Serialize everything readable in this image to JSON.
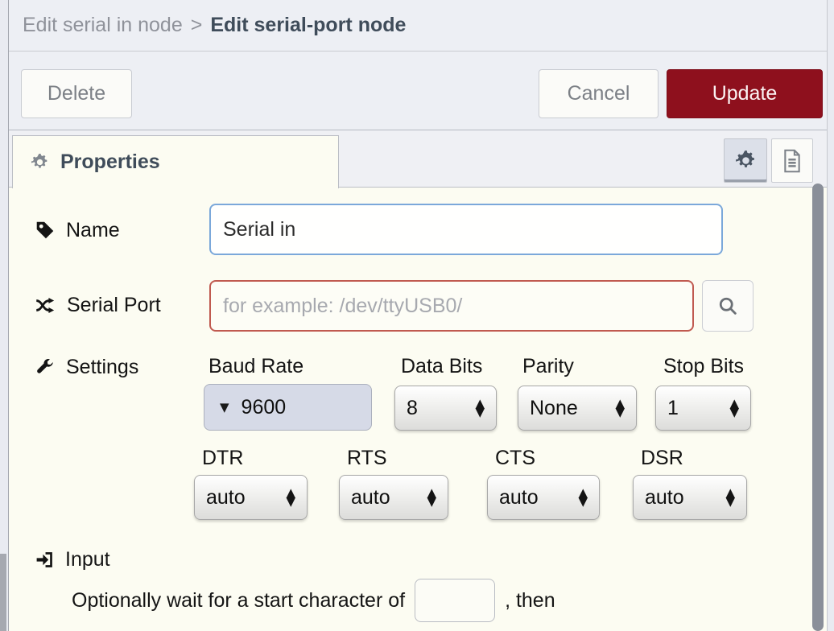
{
  "header": {
    "breadcrumb_secondary": "Edit serial in node",
    "breadcrumb_separator": ">",
    "breadcrumb_primary": "Edit serial-port node"
  },
  "toolbar": {
    "delete_label": "Delete",
    "cancel_label": "Cancel",
    "update_label": "Update"
  },
  "tabs": {
    "properties_label": "Properties"
  },
  "form": {
    "name": {
      "label": "Name",
      "value": "Serial in"
    },
    "serial_port": {
      "label": "Serial Port",
      "placeholder": "for example: /dev/ttyUSB0/"
    },
    "settings": {
      "label": "Settings",
      "baud_rate": {
        "label": "Baud Rate",
        "value": "9600"
      },
      "data_bits": {
        "label": "Data Bits",
        "value": "8"
      },
      "parity": {
        "label": "Parity",
        "value": "None"
      },
      "stop_bits": {
        "label": "Stop Bits",
        "value": "1"
      },
      "dtr": {
        "label": "DTR",
        "value": "auto"
      },
      "rts": {
        "label": "RTS",
        "value": "auto"
      },
      "cts": {
        "label": "CTS",
        "value": "auto"
      },
      "dsr": {
        "label": "DSR",
        "value": "auto"
      }
    },
    "input_section": {
      "label": "Input",
      "wait_text_before": "Optionally wait for a start character of",
      "wait_char_value": "",
      "wait_text_after": ", then"
    }
  },
  "glyphs": {
    "caret_down": "▼",
    "arrow_up": "▲",
    "arrow_down": "▼"
  },
  "icons": {
    "tab": "gear-icon",
    "name": "tag-icon",
    "serial_port": "shuffle-icon",
    "settings": "wrench-icon",
    "input": "sign-in-icon",
    "port_lookup": "search-icon",
    "header_buttons": [
      "gear-icon",
      "document-icon"
    ]
  },
  "colors": {
    "accent_red": "#8e101d",
    "invalid_border": "#c05a50",
    "focus_border": "#7ba8da",
    "header_bg": "#edeff4",
    "form_bg": "#fcfcf2"
  }
}
